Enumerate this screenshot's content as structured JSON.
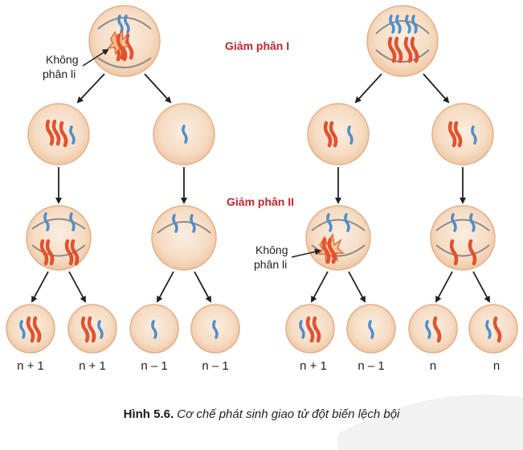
{
  "stage_labels": {
    "meiosis1": "Giảm phân I",
    "meiosis2": "Giảm phân II"
  },
  "nondisjunction_label": {
    "line1": "Không",
    "line2": "phân li"
  },
  "results": [
    "n + 1",
    "n + 1",
    "n – 1",
    "n – 1",
    "n + 1",
    "n – 1",
    "n",
    "n"
  ],
  "caption": {
    "number": "Hình 5.6.",
    "text": "Cơ chế phát sinh giao tử đột biến lệch bội"
  },
  "colors": {
    "cell_fill": "#f6d9bf",
    "cell_stroke": "#e3b08a",
    "chromosome_red": "#e2522e",
    "chromosome_blue": "#4f8fcb",
    "spindle": "#8a8a8a",
    "stage_label": "#c0272d"
  }
}
